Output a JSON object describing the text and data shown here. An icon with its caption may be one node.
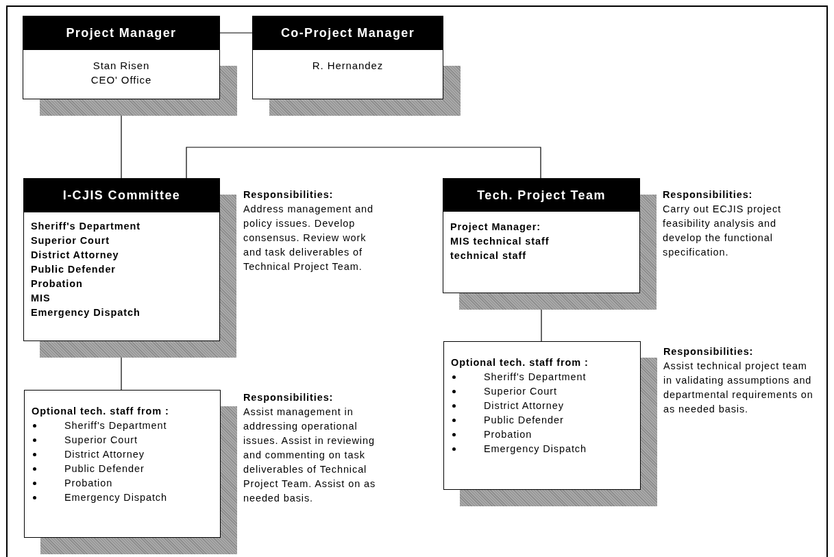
{
  "diagram": {
    "nodes": [
      {
        "text": [
          "Project Manager",
          "Stan Risen",
          "CEO' Office"
        ]
      },
      {
        "text": [
          "Co-Project Manager",
          "R. Hernandez"
        ]
      },
      {
        "text": [
          "I-CJIS Committee",
          "Sheriff's Department",
          "Superior Court",
          "District Attorney",
          "Public Defender",
          "Probation",
          "MIS",
          "Emergency Dispatch"
        ],
        "beside": [
          "Responsibilities:",
          "Address management and policy issues. Develop consensus. Review work and task deliverables of Technical Project Team."
        ]
      },
      {
        "text": [
          "Tech. Project Team",
          "Project Manager:",
          "MIS technical staff",
          "technical staff"
        ],
        "beside": [
          "Responsibilities:",
          "Carry out ECJIS project feasibility analysis and develop the functional specification."
        ]
      },
      {
        "text": [
          "Optional tech. staff from :",
          "Sheriff's Department",
          "Superior Court",
          "District Attorney",
          "Public Defender",
          "Probation",
          "Emergency Dispatch"
        ],
        "beside": [
          "Responsibilities:",
          "Assist management in addressing operational issues. Assist in reviewing and commenting on task deliverables of Technical Project Team. Assist on as needed basis."
        ]
      },
      {
        "text": [
          "Optional tech. staff from :",
          "Sheriff's Department",
          "Superior Court",
          "District Attorney",
          "Public Defender",
          "Probation",
          "Emergency Dispatch"
        ],
        "beside": [
          "Responsibilities:",
          "Assist technical project team in validating assumptions and departmental requirements on as needed basis."
        ]
      }
    ],
    "edges": [
      {
        "from": 0,
        "to": 1,
        "arrow": "none"
      },
      {
        "from": 0,
        "to": 2,
        "arrow": "none"
      },
      {
        "from": 2,
        "to": 3,
        "arrow": "none"
      },
      {
        "from": 2,
        "to": 4,
        "arrow": "none"
      },
      {
        "from": 3,
        "to": 5,
        "arrow": "none"
      }
    ]
  }
}
